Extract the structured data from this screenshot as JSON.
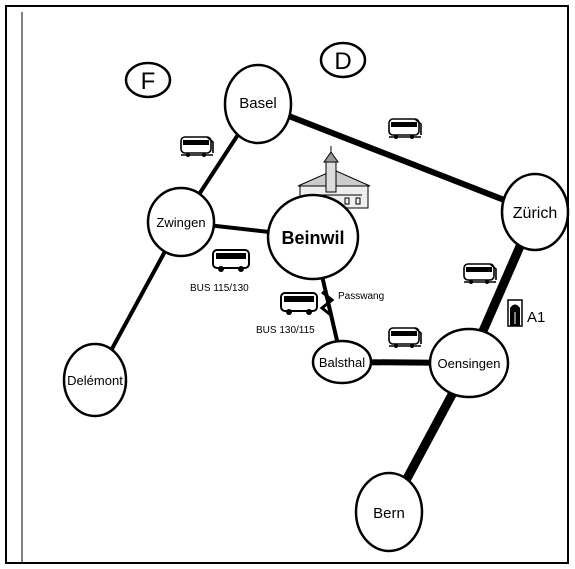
{
  "map": {
    "country_labels": {
      "france": "F",
      "germany": "D"
    },
    "places": {
      "basel": "Basel",
      "zurich": "Zürich",
      "zwingen": "Zwingen",
      "beinwil": "Beinwil",
      "delemont": "Delémont",
      "balsthal": "Balsthal",
      "oensingen": "Oensingen",
      "bern": "Bern"
    },
    "route_labels": {
      "bus_zwingen": "BUS 115/130",
      "bus_balsthal": "BUS 130/115",
      "pass": "Passwang",
      "motorway": "A1"
    },
    "icons": [
      "train-icon",
      "bus-icon",
      "motorway-tunnel-icon",
      "monastery-icon",
      "pass-marker-icon"
    ],
    "colors": {
      "line": "#000000",
      "background": "#ffffff"
    }
  }
}
